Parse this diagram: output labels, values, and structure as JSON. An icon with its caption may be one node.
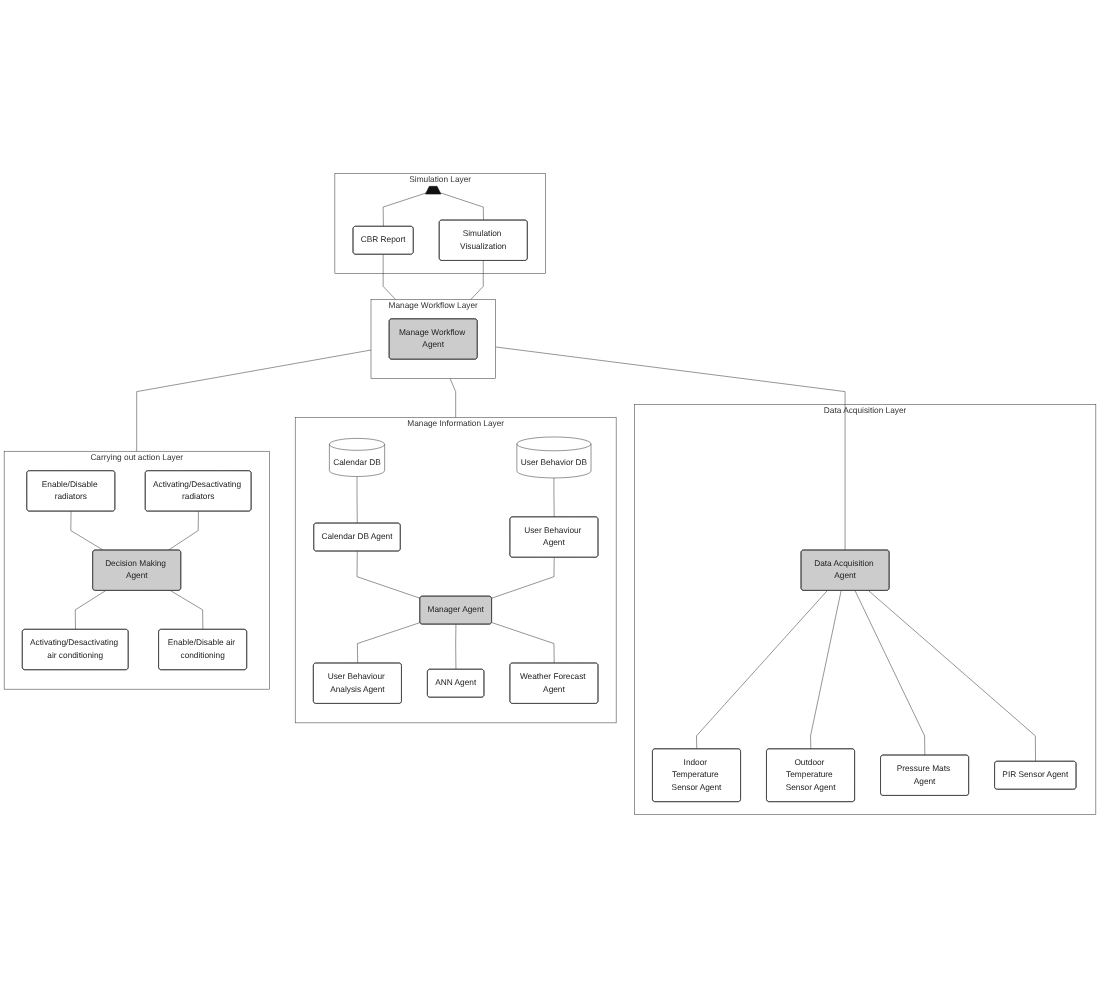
{
  "diagram": {
    "nodes": [
      {
        "text": [
          "Simulation Layer"
        ]
      },
      {
        "text": [],
        "shape": "laptop",
        "in": 0
      },
      {
        "text": [
          "CBR Report"
        ],
        "in": 0
      },
      {
        "text": [
          "Simulation Visualization"
        ],
        "in": 0
      },
      {
        "text": [
          "Manage Workflow Layer"
        ]
      },
      {
        "text": [
          "Manage Workflow Agent"
        ],
        "in": 4
      },
      {
        "text": [
          "Data Acquisition Layer"
        ]
      },
      {
        "text": [
          "Data Acquisition Agent"
        ],
        "in": 6
      },
      {
        "text": [
          "Indoor Temperature Sensor Agent"
        ],
        "in": 6
      },
      {
        "text": [
          "Outdoor Temperature Sensor Agent"
        ],
        "in": 6
      },
      {
        "text": [
          "Pressure Mats Agent"
        ],
        "in": 6
      },
      {
        "text": [
          "PIR Sensor Agent"
        ],
        "in": 6
      },
      {
        "text": [
          "Manage Information Layer"
        ]
      },
      {
        "text": [
          "Manager Agent"
        ],
        "in": 12
      },
      {
        "text": [
          "Calendar DB"
        ],
        "in": 12
      },
      {
        "text": [
          "Calendar DB Agent"
        ],
        "in": 12
      },
      {
        "text": [
          "Weather Forecast Agent"
        ],
        "in": 12
      },
      {
        "text": [
          "User Behavior DB"
        ],
        "in": 12
      },
      {
        "text": [
          "User Behaviour Agent"
        ],
        "in": 12
      },
      {
        "text": [
          "User Behaviour Analysis Agent"
        ],
        "in": 12
      },
      {
        "text": [
          "ANN Agent"
        ],
        "in": 12
      },
      {
        "text": [
          "Carrying out action Layer"
        ]
      },
      {
        "text": [
          "Decision Making Agent"
        ],
        "in": 21
      },
      {
        "text": [
          "Enable/Disable radiators"
        ],
        "in": 21
      },
      {
        "text": [
          "Enable/Disable air conditioning"
        ],
        "in": 21
      },
      {
        "text": [
          "Activating/Desactivating radiators"
        ],
        "in": 21
      },
      {
        "text": [
          "Activating/Desactivating air conditioning"
        ],
        "in": 21
      }
    ],
    "edges": [
      {
        "from": 1,
        "to": 2,
        "arrow": "none"
      },
      {
        "from": 1,
        "to": 3,
        "arrow": "none"
      },
      {
        "from": 2,
        "to": 4,
        "arrow": "none"
      },
      {
        "from": 3,
        "to": 4,
        "arrow": "none"
      },
      {
        "from": 4,
        "to": 7,
        "arrow": "none"
      },
      {
        "from": 7,
        "to": 8,
        "arrow": "none"
      },
      {
        "from": 7,
        "to": 9,
        "arrow": "none"
      },
      {
        "from": 7,
        "to": 10,
        "arrow": "none"
      },
      {
        "from": 7,
        "to": 11,
        "arrow": "none"
      },
      {
        "from": 4,
        "to": 12,
        "arrow": "none"
      },
      {
        "from": 4,
        "to": 21,
        "arrow": "none"
      },
      {
        "from": 14,
        "to": 15,
        "arrow": "none"
      },
      {
        "from": 15,
        "to": 13,
        "arrow": "none"
      },
      {
        "from": 17,
        "to": 18,
        "arrow": "none"
      },
      {
        "from": 18,
        "to": 13,
        "arrow": "none"
      },
      {
        "from": 13,
        "to": 19,
        "arrow": "none"
      },
      {
        "from": 13,
        "to": 20,
        "arrow": "none"
      },
      {
        "from": 13,
        "to": 16,
        "arrow": "none"
      },
      {
        "from": 23,
        "to": 22,
        "arrow": "none"
      },
      {
        "from": 25,
        "to": 22,
        "arrow": "none"
      },
      {
        "from": 22,
        "to": 26,
        "arrow": "none"
      },
      {
        "from": 22,
        "to": 24,
        "arrow": "none"
      }
    ]
  }
}
